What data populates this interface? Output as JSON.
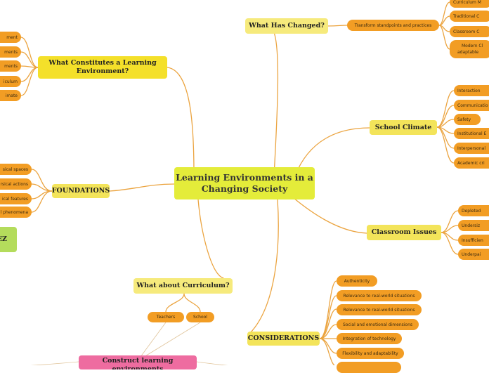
{
  "central": "Learning Environments in a Changing Society",
  "what_changed": {
    "title": "What Has Changed?",
    "sub": "Transform standpoints and practices",
    "items": [
      "Curriculum M",
      "Traditional C",
      "Classroom C",
      "Modern Cl",
      "adaptable"
    ]
  },
  "constitutes": {
    "title": "What Constitutes a Learning Environment?",
    "items": [
      "ment",
      "ments",
      "ments",
      "iculum",
      "imate"
    ]
  },
  "school_climate": {
    "title": "School Climate",
    "items": [
      "Interaction",
      "Communicatio",
      "Safety",
      "Institutional E",
      "Interpersonal",
      "Academic cri"
    ]
  },
  "foundations": {
    "title": "FOUNDATIONS",
    "items": [
      "sical spaces",
      "rsical actions",
      "ical features",
      "l phenomena"
    ]
  },
  "classroom_issues": {
    "title": "Classroom Issues",
    "items": [
      "Depleted",
      "Undersiz",
      "Insufficien",
      "Underpai"
    ]
  },
  "green_label": "EZ",
  "curriculum": {
    "title": "What about Curriculum?",
    "items": [
      "Teachers",
      "School"
    ]
  },
  "construct": "Construct learning environments",
  "considerations": {
    "title": "CONSIDERATIONS",
    "items": [
      "Authenticity",
      "Relevance to real-world situations",
      "Relevance to real-world situations",
      "Social and emotional dimensions",
      "Integration of technology",
      "Flexibility and adaptability"
    ]
  }
}
